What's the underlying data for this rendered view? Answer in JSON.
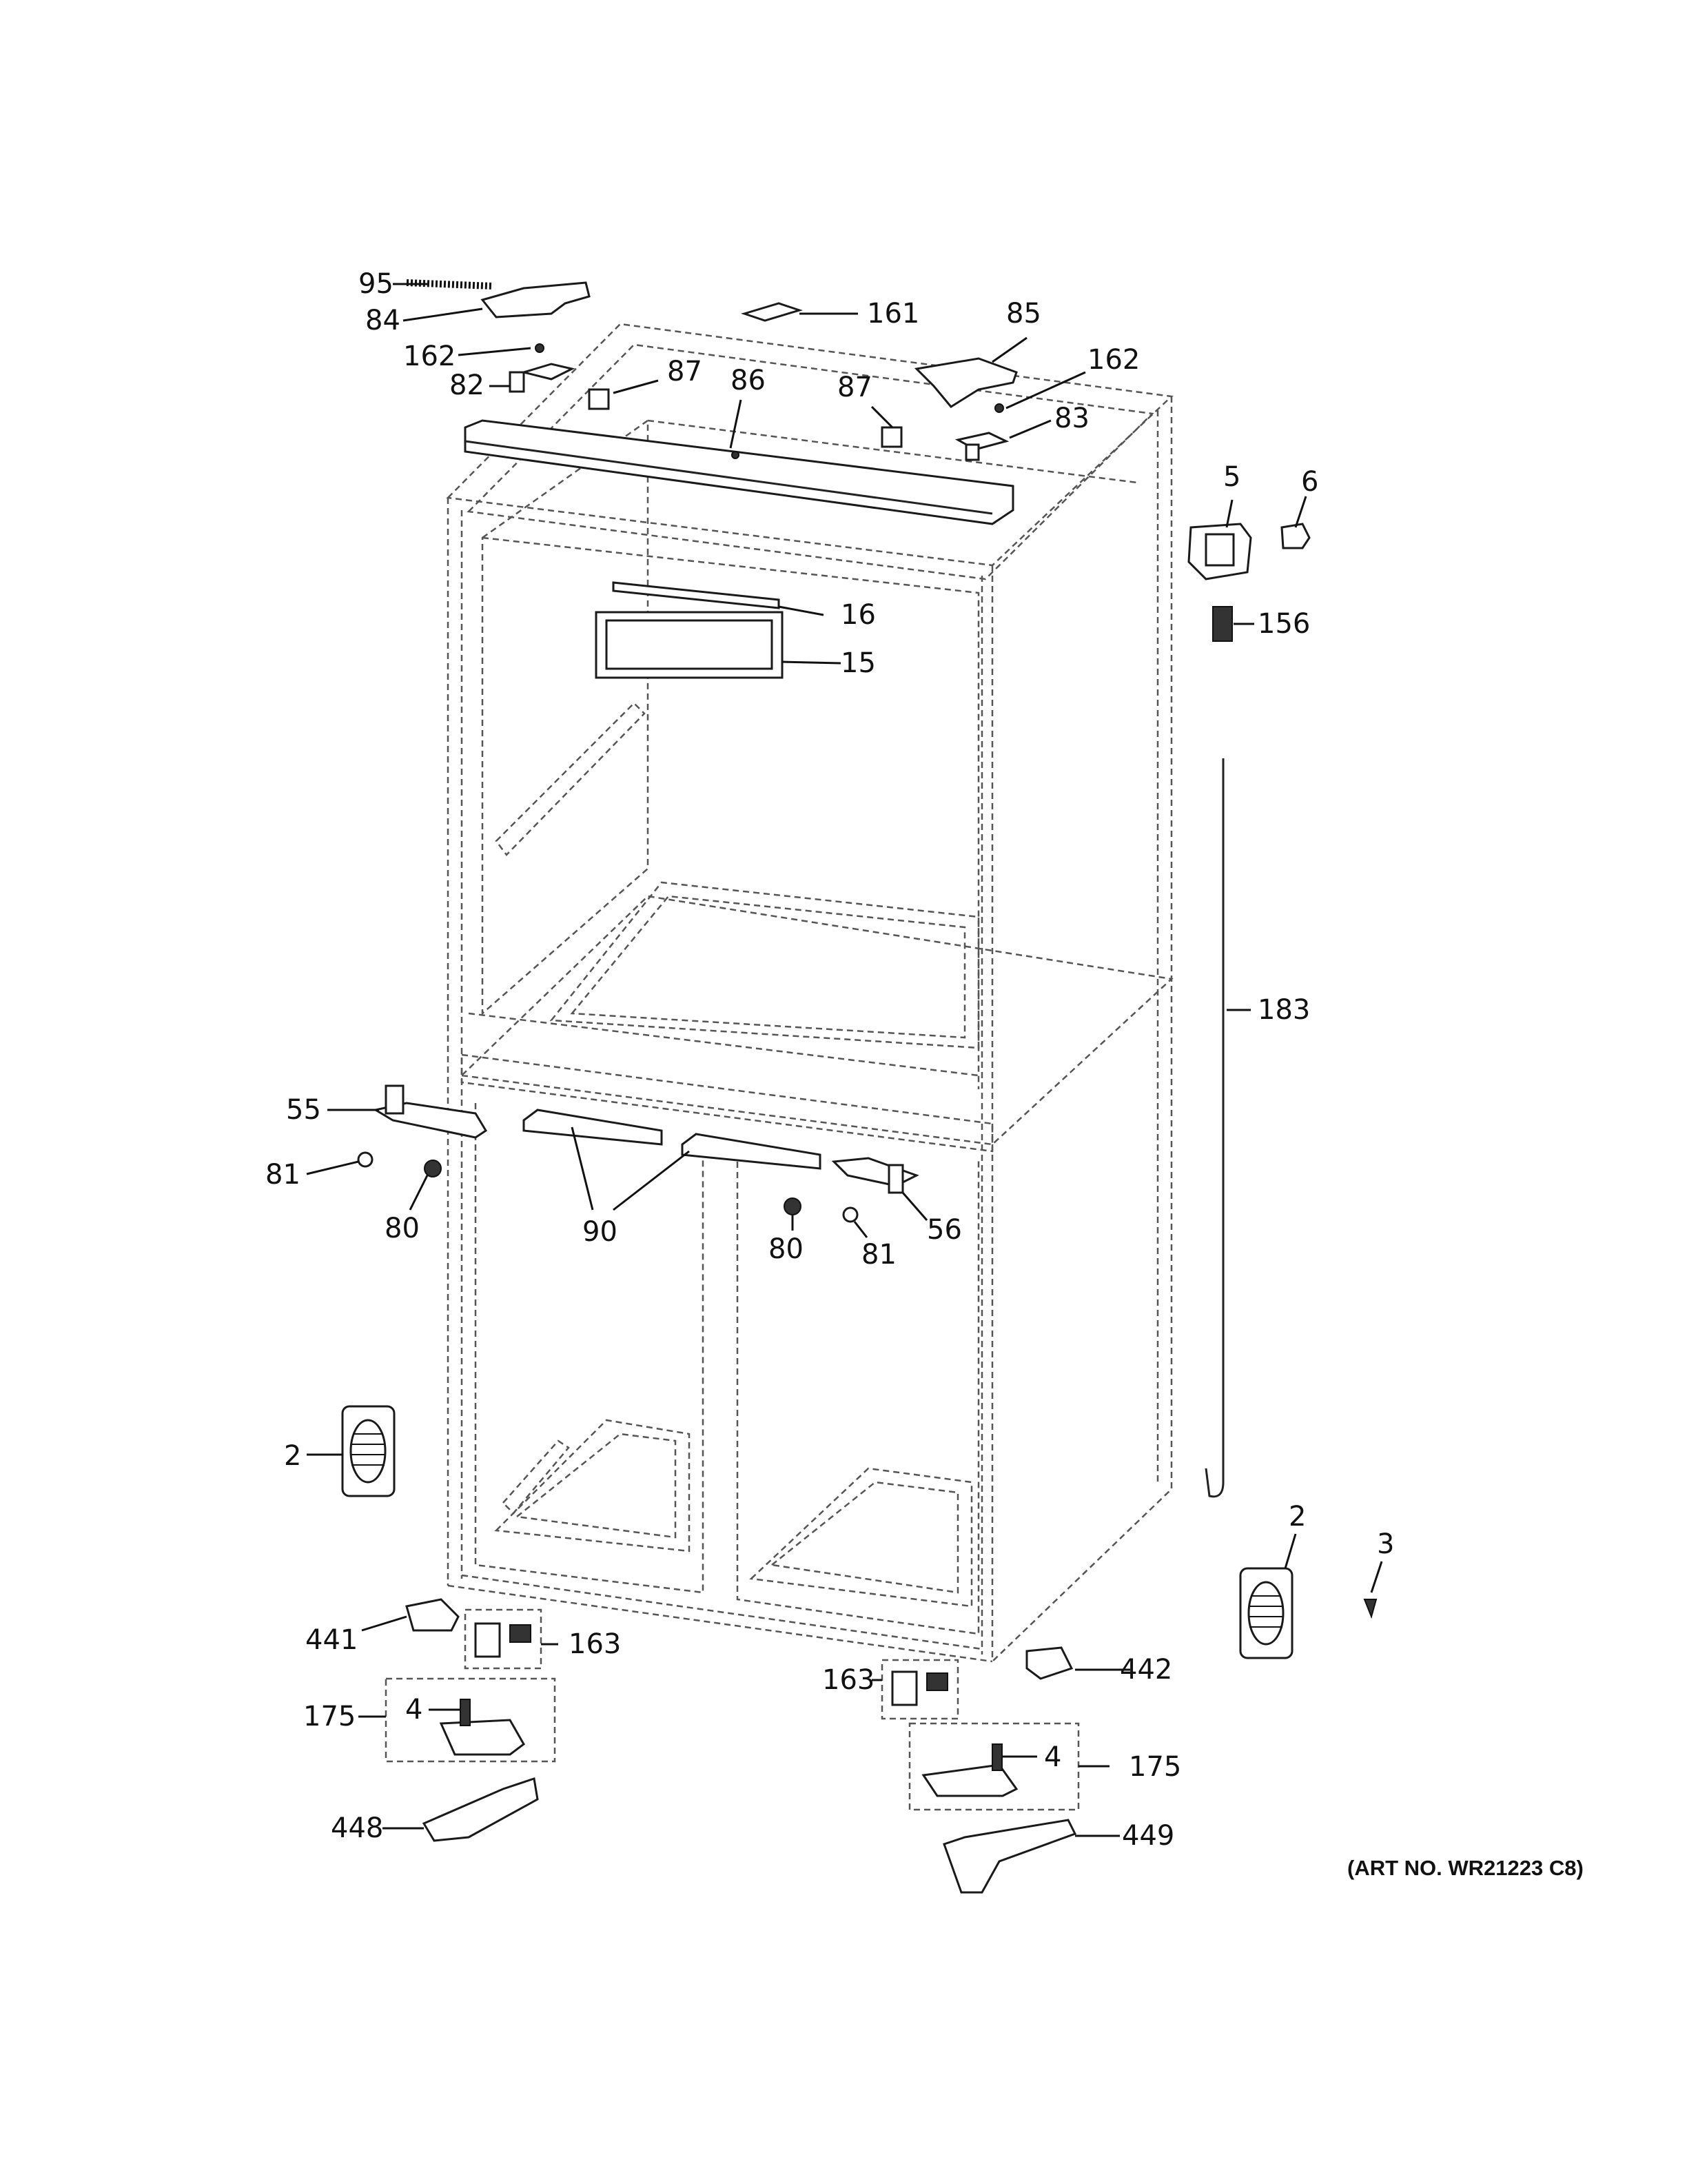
{
  "art_number": "(ART NO. WR21223 C8)",
  "callouts": [
    {
      "id": "c95",
      "label": "95"
    },
    {
      "id": "c84",
      "label": "84"
    },
    {
      "id": "c162a",
      "label": "162"
    },
    {
      "id": "c82",
      "label": "82"
    },
    {
      "id": "c161",
      "label": "161"
    },
    {
      "id": "c85",
      "label": "85"
    },
    {
      "id": "c162b",
      "label": "162"
    },
    {
      "id": "c87a",
      "label": "87"
    },
    {
      "id": "c86",
      "label": "86"
    },
    {
      "id": "c87b",
      "label": "87"
    },
    {
      "id": "c83",
      "label": "83"
    },
    {
      "id": "c5",
      "label": "5"
    },
    {
      "id": "c6",
      "label": "6"
    },
    {
      "id": "c16",
      "label": "16"
    },
    {
      "id": "c15",
      "label": "15"
    },
    {
      "id": "c156",
      "label": "156"
    },
    {
      "id": "c183",
      "label": "183"
    },
    {
      "id": "c55",
      "label": "55"
    },
    {
      "id": "c81a",
      "label": "81"
    },
    {
      "id": "c80a",
      "label": "80"
    },
    {
      "id": "c90",
      "label": "90"
    },
    {
      "id": "c80b",
      "label": "80"
    },
    {
      "id": "c81b",
      "label": "81"
    },
    {
      "id": "c56",
      "label": "56"
    },
    {
      "id": "c2a",
      "label": "2"
    },
    {
      "id": "c2b",
      "label": "2"
    },
    {
      "id": "c3",
      "label": "3"
    },
    {
      "id": "c441",
      "label": "441"
    },
    {
      "id": "c163a",
      "label": "163"
    },
    {
      "id": "c442",
      "label": "442"
    },
    {
      "id": "c163b",
      "label": "163"
    },
    {
      "id": "c175a",
      "label": "175"
    },
    {
      "id": "c4a",
      "label": "4"
    },
    {
      "id": "c4b",
      "label": "4"
    },
    {
      "id": "c175b",
      "label": "175"
    },
    {
      "id": "c448",
      "label": "448"
    },
    {
      "id": "c449",
      "label": "449"
    }
  ]
}
